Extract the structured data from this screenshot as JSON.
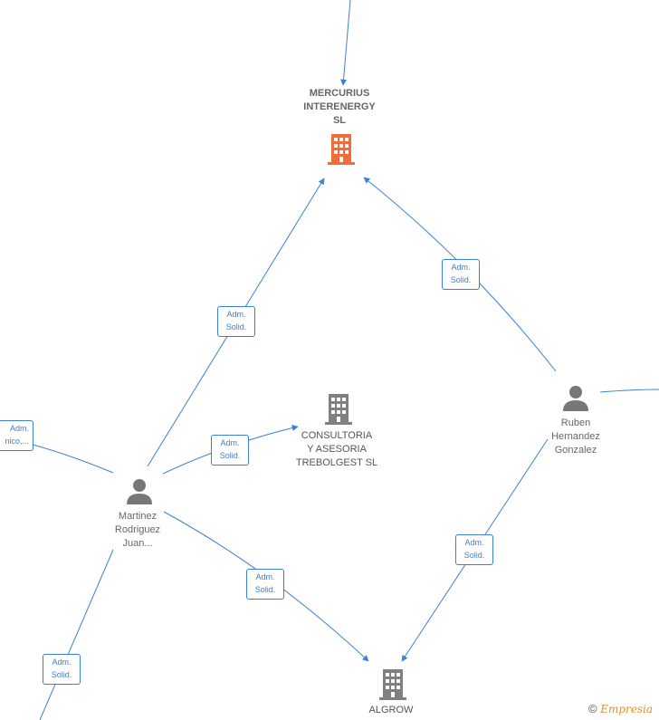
{
  "colors": {
    "edge": "#3d7fd6",
    "person": "#777777",
    "company": "#808080",
    "main_company": "#f26b38"
  },
  "nodes": {
    "mercurius": {
      "label": "MERCURIUS\nINTERENERGY\nSL",
      "icon": "building-icon"
    },
    "consultoria": {
      "label": "CONSULTORIA\nY ASESORIA\nTREBOLGEST SL",
      "icon": "building-icon"
    },
    "algrow": {
      "label": "ALGROW",
      "icon": "building-icon"
    },
    "martinez": {
      "label": "Martinez\nRodriguez\nJuan...",
      "icon": "person-icon"
    },
    "ruben": {
      "label": "Ruben\nHernandez\nGonzalez",
      "icon": "person-icon"
    }
  },
  "edge_labels": {
    "martinez_mercurius": "Adm.\nSolid.",
    "ruben_mercurius": "Adm.\nSolid.",
    "martinez_consultoria": "Adm.\nSolid.",
    "martinez_algrow": "Adm.\nSolid.",
    "ruben_algrow": "Adm.\nSolid.",
    "left_top": "Adm.\nnico,...",
    "left_bottom": "Adm.\nSolid."
  },
  "watermark": {
    "symbol": "©",
    "brand": "Empresia"
  }
}
